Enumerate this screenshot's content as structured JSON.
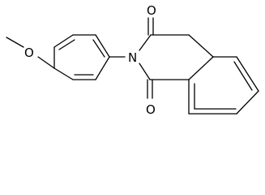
{
  "molecule": {
    "atoms": {
      "O_top": "O",
      "N": "N",
      "O_bottom": "O",
      "O_methoxy": "O"
    }
  }
}
